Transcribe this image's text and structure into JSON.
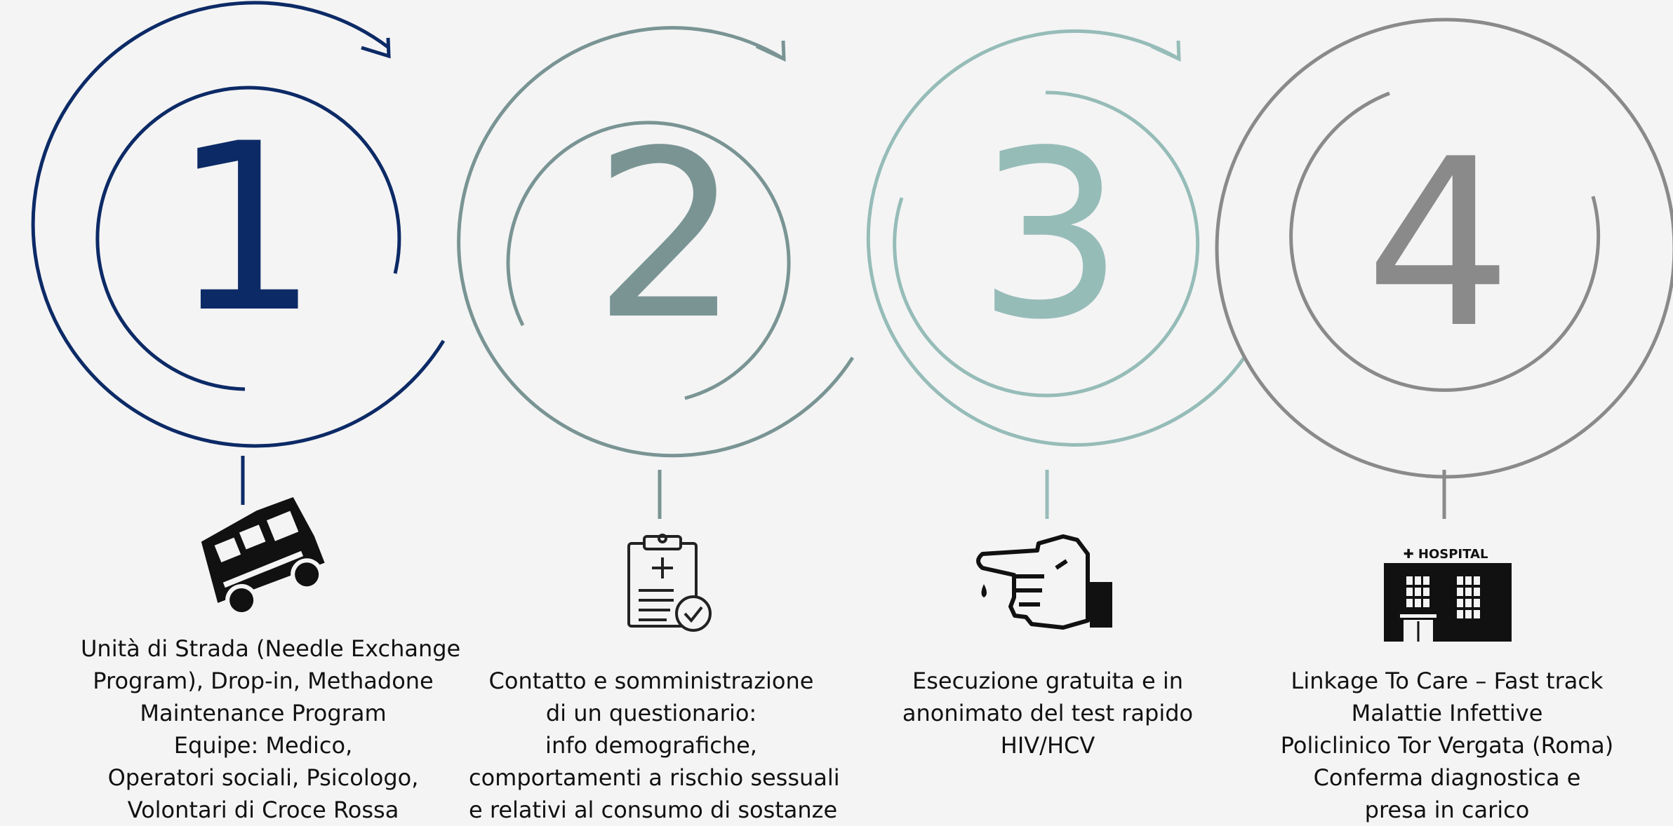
{
  "colors": {
    "step1": "#0c2a66",
    "step2": "#7a9494",
    "step3": "#96bcb8",
    "step4": "#8a8a8a",
    "background": "#f4f4f4",
    "text": "#111111"
  },
  "steps": [
    {
      "number": "1",
      "icon": "ambulance-van-icon",
      "lines": [
        "Unità di Strada (Needle Exchange",
        "Program), Drop-in, Methadone",
        "Maintenance Program",
        "Equipe: Medico,",
        "Operatori sociali, Psicologo,",
        "Volontari di Croce Rossa"
      ]
    },
    {
      "number": "2",
      "icon": "clipboard-check-icon",
      "lines": [
        "Contatto e somministrazione",
        "di un questionario:",
        "info demografiche,",
        "comportamenti a rischio sessuali",
        "e relativi al consumo di sostanze"
      ]
    },
    {
      "number": "3",
      "icon": "finger-prick-icon",
      "lines": [
        "Esecuzione gratuita e in",
        "anonimato del test rapido",
        "HIV/HCV"
      ]
    },
    {
      "number": "4",
      "icon": "hospital-icon",
      "icon_label": "✚ HOSPITAL",
      "lines": [
        "Linkage To Care – Fast track",
        "Malattie Infettive",
        "Policlinico Tor Vergata (Roma)",
        "Conferma diagnostica e",
        "presa in carico"
      ]
    }
  ]
}
